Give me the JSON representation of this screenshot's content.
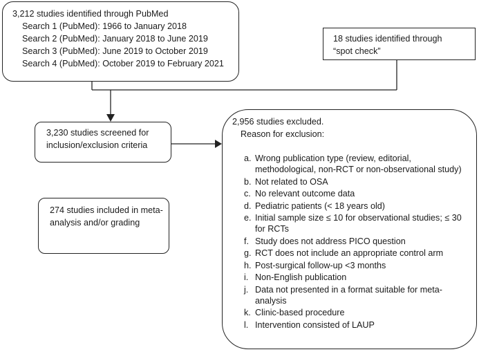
{
  "identified": {
    "title": "3,212 studies identified through PubMed",
    "searches": [
      "Search 1 (PubMed): 1966 to January 2018",
      "Search 2 (PubMed): January 2018 to June 2019",
      "Search 3 (PubMed): June 2019 to October 2019",
      "Search 4 (PubMed): October 2019 to February 2021"
    ]
  },
  "spot_check": {
    "line1": "18 studies identified through",
    "line2": "“spot check”"
  },
  "screened": {
    "line1": "3,230 studies screened for",
    "line2": "inclusion/exclusion criteria"
  },
  "included": {
    "line1": "274 studies included in meta-",
    "line2": "analysis and/or grading"
  },
  "excluded": {
    "title": "2,956 studies excluded.",
    "reason_heading": "Reason for exclusion:",
    "reasons": [
      {
        "label": "a.",
        "text": "Wrong publication type (review, editorial, methodological, non-RCT or non-observational study)"
      },
      {
        "label": "b.",
        "text": "Not related to OSA"
      },
      {
        "label": "c.",
        "text": "No relevant outcome data"
      },
      {
        "label": "d.",
        "text": "Pediatric patients (< 18 years old)"
      },
      {
        "label": "e.",
        "text": "Initial sample size ≤ 10 for observational studies; ≤ 30 for RCTs"
      },
      {
        "label": "f.",
        "text": "Study does not address PICO question"
      },
      {
        "label": "g.",
        "text": "RCT does not include an appropriate control arm"
      },
      {
        "label": "h.",
        "text": "Post-surgical follow-up <3 months"
      },
      {
        "label": "i.",
        "text": "Non-English publication"
      },
      {
        "label": "j.",
        "text": "Data not presented in a format suitable for meta-analysis"
      },
      {
        "label": "k.",
        "text": "Clinic-based procedure"
      },
      {
        "label": "l.",
        "text": "Intervention consisted of LAUP"
      }
    ]
  },
  "colors": {
    "line": "#222222",
    "text": "#1a1a1a",
    "background": "#ffffff"
  }
}
